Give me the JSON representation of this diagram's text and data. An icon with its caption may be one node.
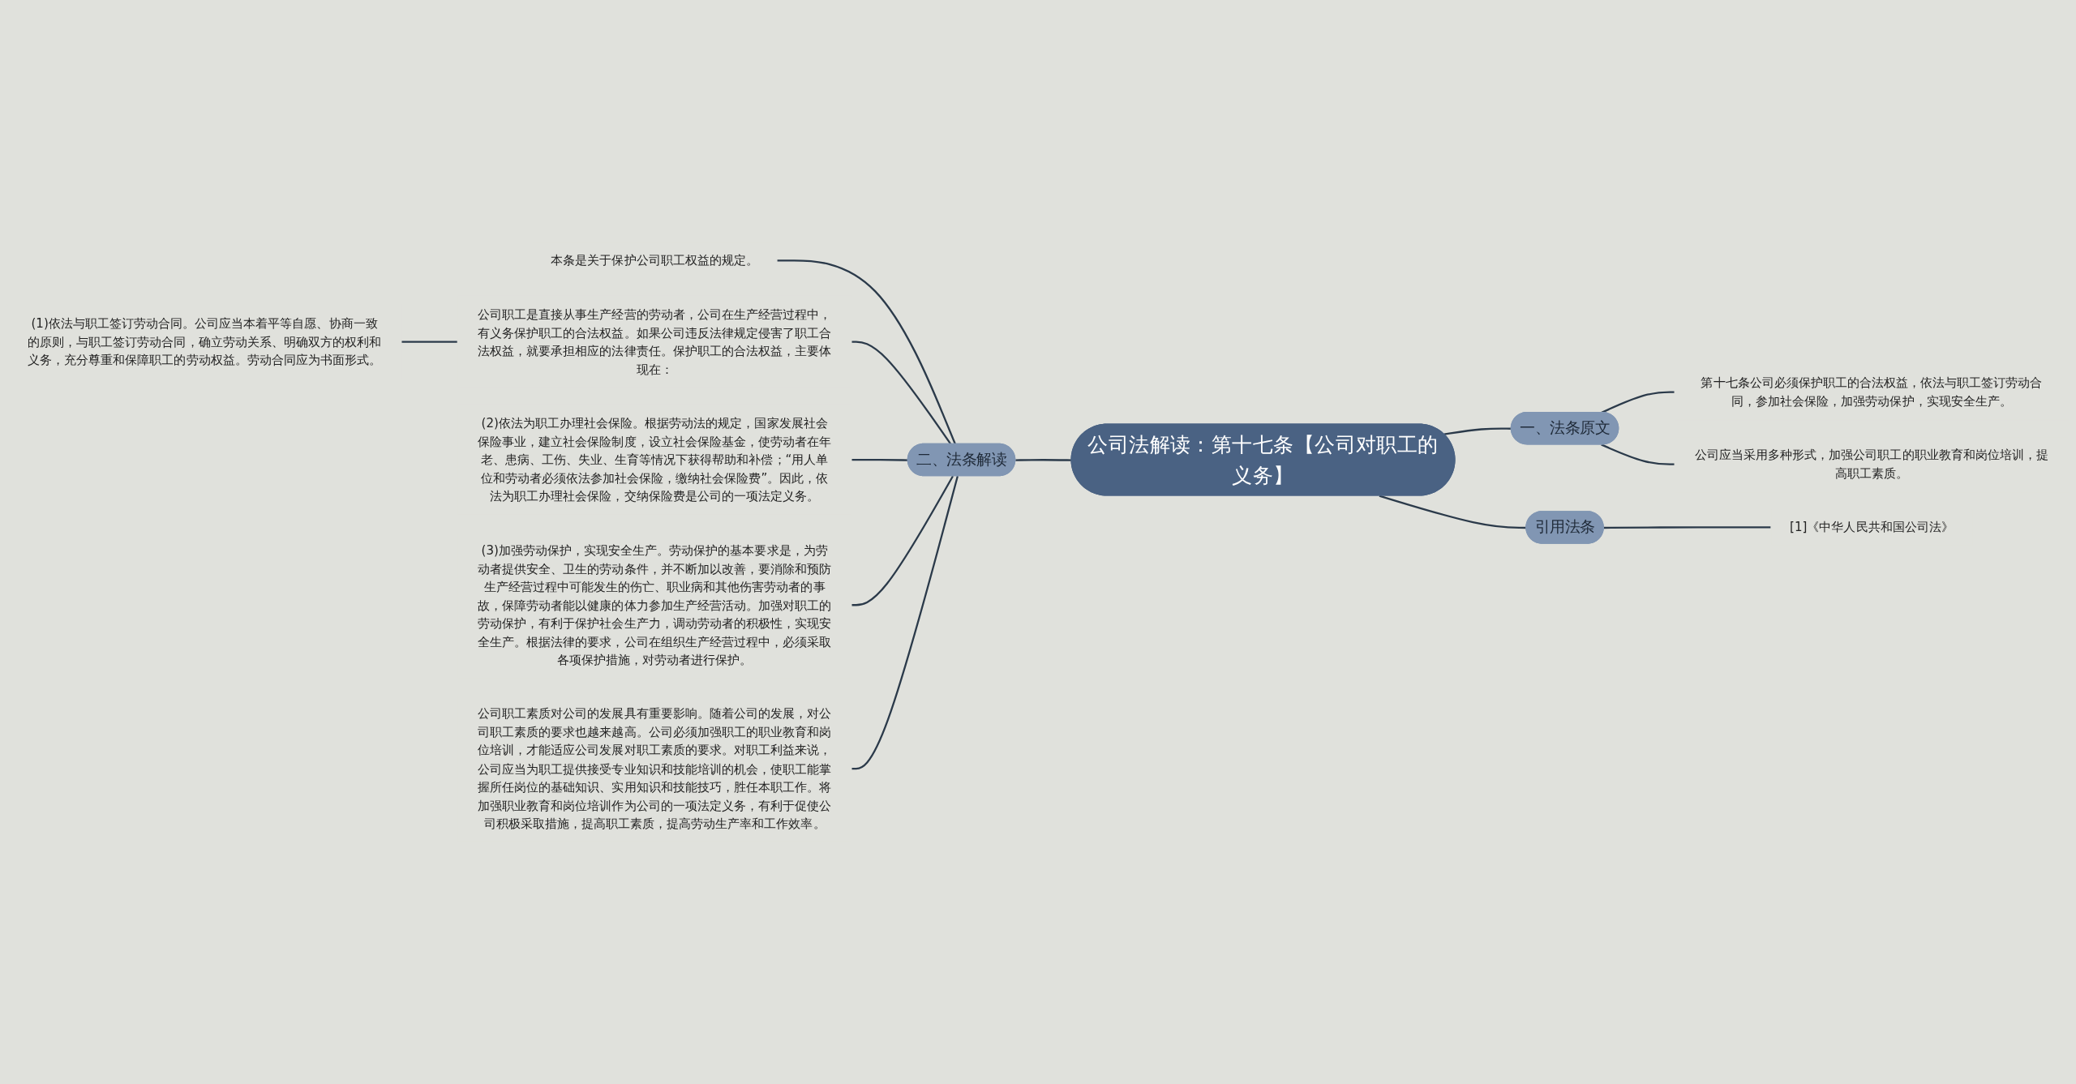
{
  "diagram": {
    "nodes": [
      {
        "text": [
          "公司法解读：第十七条【公司对职工的义务】"
        ]
      },
      {
        "text": [
          "一、法条原文"
        ]
      },
      {
        "text": [
          "第十七条公司必须保护职工的合法权益，依法与职工签订劳动合同，参加社会保险，加强劳动保护，实现安全生产。"
        ]
      },
      {
        "text": [
          "公司应当采用多种形式，加强公司职工的职业教育和岗位培训，提高职工素质。"
        ]
      },
      {
        "text": [
          "引用法条"
        ]
      },
      {
        "text": [
          "[1]《中华人民共和国公司法》"
        ]
      },
      {
        "text": [
          "二、法条解读"
        ]
      },
      {
        "text": [
          "本条是关于保护公司职工权益的规定。"
        ]
      },
      {
        "text": [
          "公司职工是直接从事生产经营的劳动者，公司在生产经营过程中，有义务保护职工的合法权益。如果公司违反法律规定侵害了职工合法权益，就要承担相应的法律责任。保护职工的合法权益，主要体现在："
        ]
      },
      {
        "text": [
          "(1)依法与职工签订劳动合同。公司应当本着平等自愿、协商一致的原则，与职工签订劳动合同，确立劳动关系、明确双方的权利和义务，充分尊重和保障职工的劳动权益。劳动合同应为书面形式。"
        ]
      },
      {
        "text": [
          "(2)依法为职工办理社会保险。根据劳动法的规定，国家发展社会保险事业，建立社会保险制度，设立社会保险基金，使劳动者在年老、患病、工伤、失业、生育等情况下获得帮助和补偿；“用人单位和劳动者必须依法参加社会保险，缴纳社会保险费”。因此，依法为职工办理社会保险，交纳保险费是公司的一项法定义务。"
        ]
      },
      {
        "text": [
          "(3)加强劳动保护，实现安全生产。劳动保护的基本要求是，为劳动者提供安全、卫生的劳动条件，并不断加以改善，要消除和预防生产经营过程中可能发生的伤亡、职业病和其他伤害劳动者的事故，保障劳动者能以健康的体力参加生产经营活动。加强对职工的劳动保护，有利于保护社会生产力，调动劳动者的积极性，实现安全生产。根据法律的要求，公司在组织生产经营过程中，必须采取各项保护措施，对劳动者进行保护。"
        ]
      },
      {
        "text": [
          "公司职工素质对公司的发展具有重要影响。随着公司的发展，对公司职工素质的要求也越来越高。公司必须加强职工的职业教育和岗位培训，才能适应公司发展对职工素质的要求。对职工利益来说，公司应当为职工提供接受专业知识和技能培训的机会，使职工能掌握所任岗位的基础知识、实用知识和技能技巧，胜任本职工作。将加强职业教育和岗位培训作为公司的一项法定义务，有利于促使公司积极采取措施，提高职工素质，提高劳动生产率和工作效率。"
        ]
      }
    ],
    "edges": [
      {
        "from": 0,
        "to": 1,
        "arrow": "none"
      },
      {
        "from": 1,
        "to": 2,
        "arrow": "none"
      },
      {
        "from": 1,
        "to": 3,
        "arrow": "none"
      },
      {
        "from": 0,
        "to": 4,
        "arrow": "none"
      },
      {
        "from": 4,
        "to": 5,
        "arrow": "none"
      },
      {
        "from": 6,
        "to": 0,
        "arrow": "none"
      },
      {
        "from": 7,
        "to": 6,
        "arrow": "none"
      },
      {
        "from": 8,
        "to": 6,
        "arrow": "none"
      },
      {
        "from": 9,
        "to": 8,
        "arrow": "none"
      },
      {
        "from": 10,
        "to": 6,
        "arrow": "none"
      },
      {
        "from": 11,
        "to": 6,
        "arrow": "none"
      },
      {
        "from": 12,
        "to": 6,
        "arrow": "none"
      }
    ]
  }
}
